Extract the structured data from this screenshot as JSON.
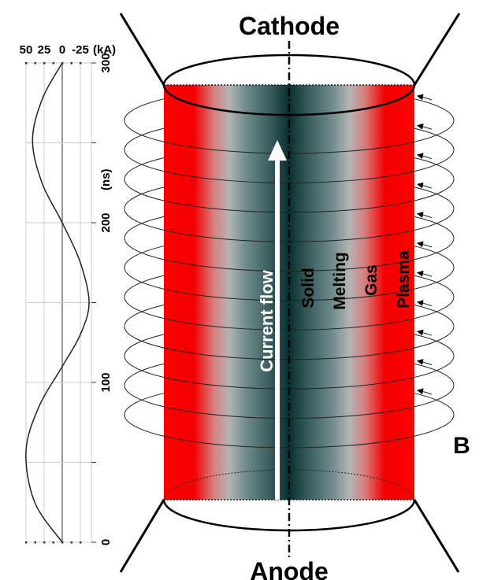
{
  "labels": {
    "cathode": "Cathode",
    "anode": "Anode",
    "field": "B",
    "current_flow": "Current flow",
    "layers": [
      "Solid",
      "Melting",
      "Gas",
      "Plasma"
    ]
  },
  "colors": {
    "plasma": "#ff0000",
    "gas": "#b0b0b0",
    "solid": "#0a3434",
    "arrow": "#ffffff"
  },
  "waveform": {
    "x_ticks": [
      "50",
      "25",
      "0",
      "-25"
    ],
    "x_unit": "(kA)",
    "y_ticks": [
      "0",
      "100",
      "200",
      "300"
    ],
    "y_unit": "(ns)",
    "t": [
      0,
      25,
      57,
      85,
      110,
      130,
      150,
      175,
      200,
      225,
      252,
      278,
      300
    ],
    "I": [
      0,
      38,
      50,
      32,
      0,
      -25,
      -37,
      -25,
      0,
      28,
      41,
      27,
      0
    ]
  },
  "field_loops": 11
}
